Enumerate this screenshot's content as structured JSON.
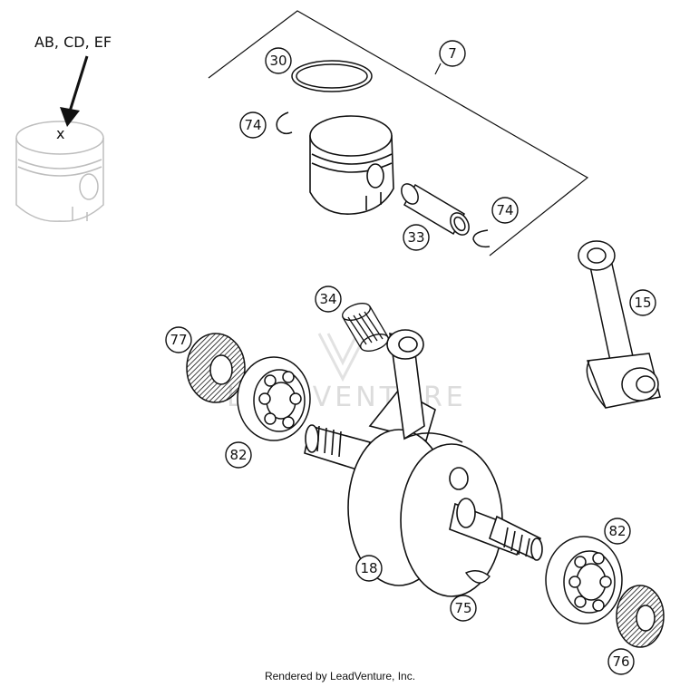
{
  "variant_label": "AB, CD, EF",
  "variant_mark": "x",
  "watermark": "LEADVENTURE",
  "credit": "Rendered by LeadVenture, Inc.",
  "callouts": {
    "c30": "30",
    "c7": "7",
    "c74a": "74",
    "c74b": "74",
    "c33": "33",
    "c34": "34",
    "c15": "15",
    "c77": "77",
    "c82a": "82",
    "c82b": "82",
    "c18": "18",
    "c75": "75",
    "c76": "76"
  }
}
